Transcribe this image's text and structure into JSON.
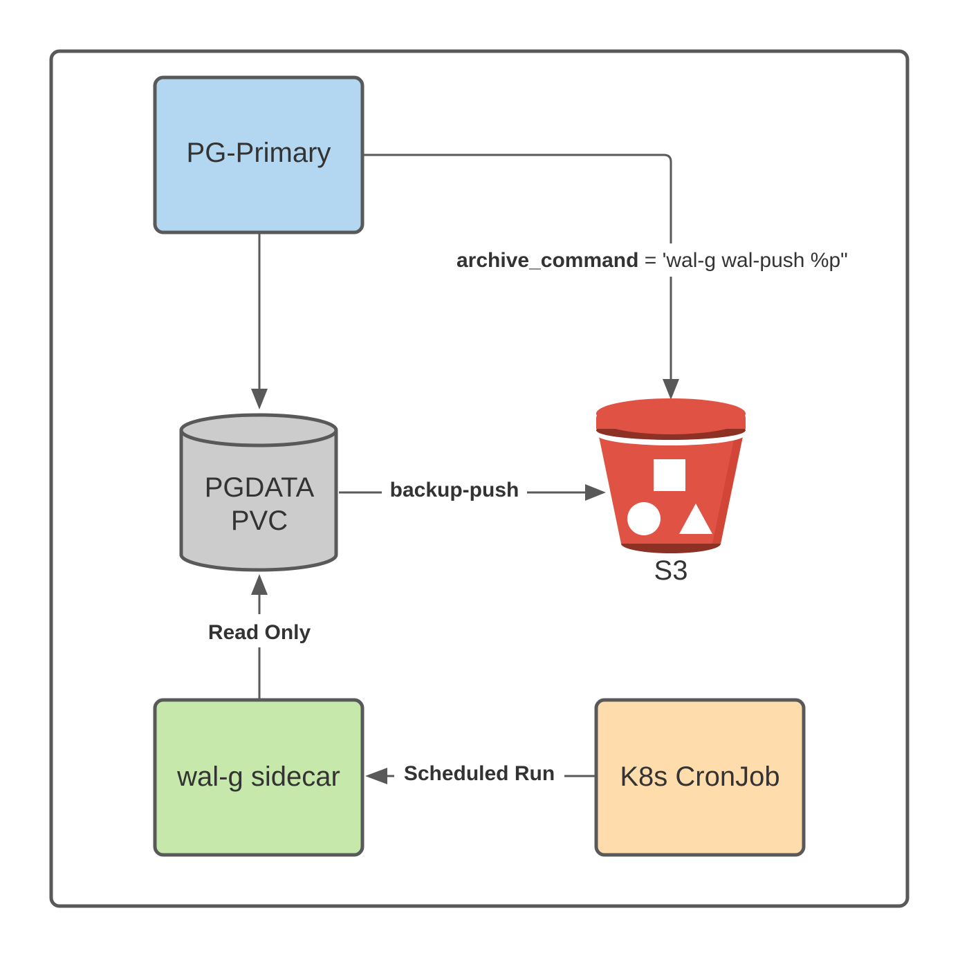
{
  "nodes": {
    "pg_primary": {
      "label": "PG-Primary",
      "color": "#b3d7f0"
    },
    "pgdata_pvc": {
      "line1": "PGDATA",
      "line2": "PVC",
      "color": "#cccccc"
    },
    "s3": {
      "label": "S3",
      "color": "#e05243"
    },
    "walg_sidecar": {
      "label": "wal-g sidecar",
      "color": "#c6e8ab"
    },
    "k8s_cronjob": {
      "label": "K8s CronJob",
      "color": "#ffdcab"
    }
  },
  "edges": {
    "archive_command": {
      "label_bold": "archive_command",
      "label_rest": " = 'wal-g wal-push %p\""
    },
    "backup_push": {
      "label": "backup-push"
    },
    "read_only": {
      "label": "Read Only"
    },
    "scheduled_run": {
      "label": "Scheduled Run"
    }
  },
  "colors": {
    "border": "#595959",
    "text": "#333333",
    "s3_icon_white": "#ffffff"
  }
}
